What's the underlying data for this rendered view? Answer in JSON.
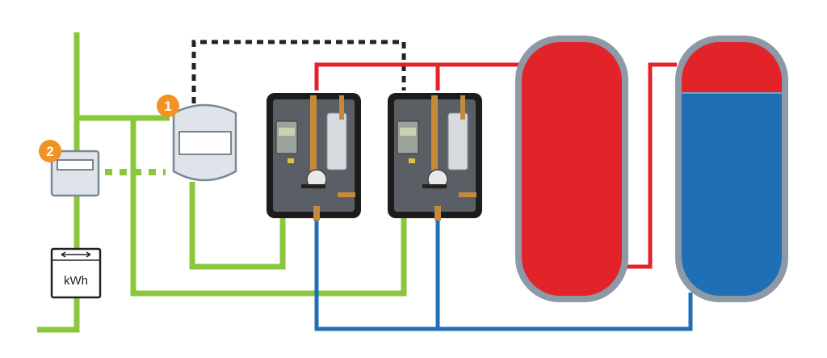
{
  "labels": {
    "controller_badge": "1",
    "smart_meter_badge": "2",
    "energy_meter_unit": "kWh"
  },
  "colors": {
    "electric_line": "#8cc63f",
    "hot_water_line": "#e2232a",
    "cold_water_line": "#1f6fb5",
    "control_signal_line": "#222222",
    "badge": "#f39224",
    "tank_shell": "#8e99a6",
    "tank_hot": "#e2232a",
    "tank_cold": "#1f6fb5",
    "device_body": "#dfe3ea",
    "station_housing": "#1c1c1c"
  },
  "icons": {
    "controller": "controller-box-icon",
    "smart_meter": "smart-meter-icon",
    "energy_meter": "energy-meter-icon",
    "station": "fresh-water-station-icon",
    "tank": "storage-tank-icon"
  },
  "tanks": [
    {
      "name": "buffer-tank-left",
      "hot_fraction": 1.0
    },
    {
      "name": "storage-tank-right",
      "hot_fraction": 0.2
    }
  ]
}
